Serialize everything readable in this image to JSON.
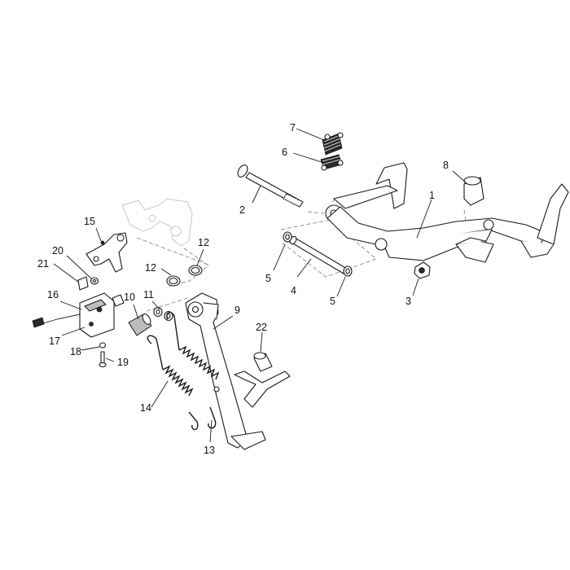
{
  "diagram": {
    "callouts": {
      "c1": "1",
      "c2": "2",
      "c3": "3",
      "c4": "4",
      "c5a": "5",
      "c5b": "5",
      "c6": "6",
      "c7": "7",
      "c8": "8",
      "c9": "9",
      "c10": "10",
      "c11": "11",
      "c12a": "12",
      "c12b": "12",
      "c13": "13",
      "c14": "14",
      "c15": "15",
      "c16": "16",
      "c17": "17",
      "c18": "18",
      "c19": "19",
      "c20": "20",
      "c21": "21",
      "c22": "22"
    }
  }
}
